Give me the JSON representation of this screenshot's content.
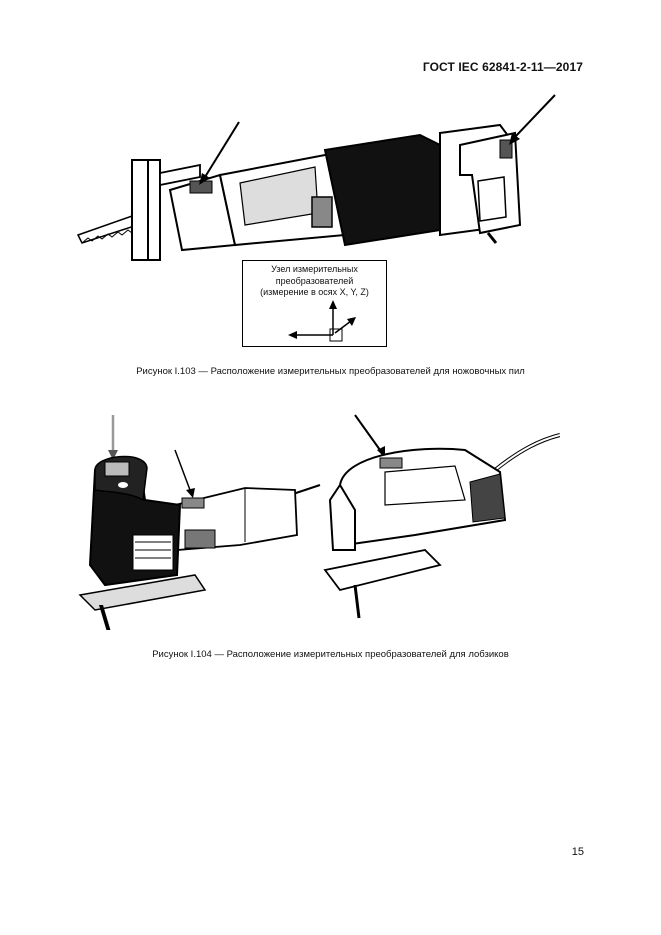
{
  "header": {
    "standard": "ГОСТ IEC 62841-2-11—2017"
  },
  "figure_103": {
    "legend_lines": [
      "Узел измерительных",
      "преобразователей",
      "(измерение в осях X, Y, Z)"
    ],
    "caption": "Рисунок I.103 — Расположение измерительных преобразователей для ножовочных пил"
  },
  "figure_104": {
    "caption": "Рисунок I.104 — Расположение измерительных преобразователей для лобзиков"
  },
  "footer": {
    "page_number": "15"
  }
}
